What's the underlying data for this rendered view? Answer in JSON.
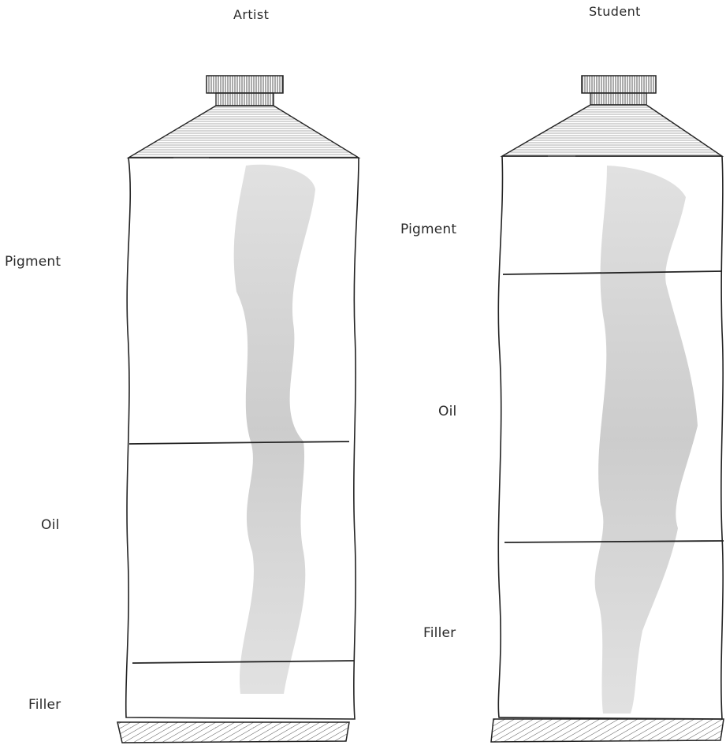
{
  "tubes": [
    {
      "title": "Artist",
      "labels": {
        "pigment": "Pigment",
        "oil": "Oil",
        "filler": "Filler"
      }
    },
    {
      "title": "Student",
      "labels": {
        "pigment": "Pigment",
        "oil": "Oil",
        "filler": "Filler"
      }
    }
  ]
}
